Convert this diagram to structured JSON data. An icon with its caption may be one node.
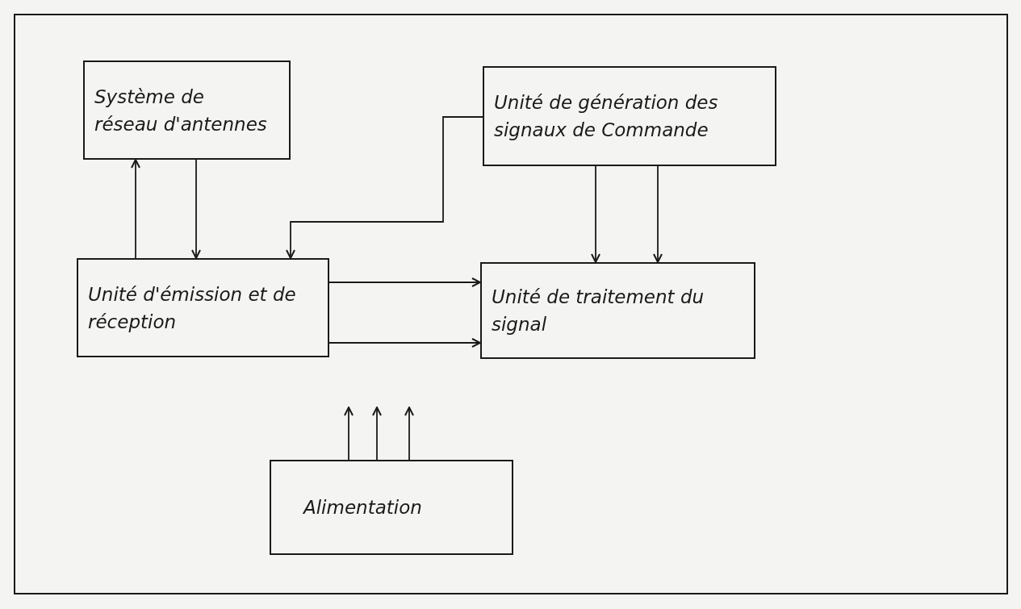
{
  "diagram": {
    "nodes": [
      {
        "text": [
          "Système de réseau d'antennes"
        ]
      },
      {
        "text": [
          "Unité de génération des signaux de Commande"
        ]
      },
      {
        "text": [
          "Unité d'émission et de réception"
        ]
      },
      {
        "text": [
          "Unité de traitement du signal"
        ]
      },
      {
        "text": [
          "Alimentation"
        ]
      }
    ],
    "edges": [
      {
        "from": 2,
        "to": 0,
        "arrow": "to"
      },
      {
        "from": 0,
        "to": 2,
        "arrow": "to"
      },
      {
        "from": 1,
        "to": 2,
        "arrow": "to"
      },
      {
        "from": 1,
        "to": 3,
        "arrow": "to"
      },
      {
        "from": 1,
        "to": 3,
        "arrow": "to"
      },
      {
        "from": 2,
        "to": 3,
        "arrow": "to"
      },
      {
        "from": 2,
        "to": 3,
        "arrow": "to"
      },
      {
        "from": 4,
        "to": null,
        "arrow": "to"
      },
      {
        "from": 4,
        "to": null,
        "arrow": "to"
      },
      {
        "from": 4,
        "to": null,
        "arrow": "to"
      }
    ]
  }
}
